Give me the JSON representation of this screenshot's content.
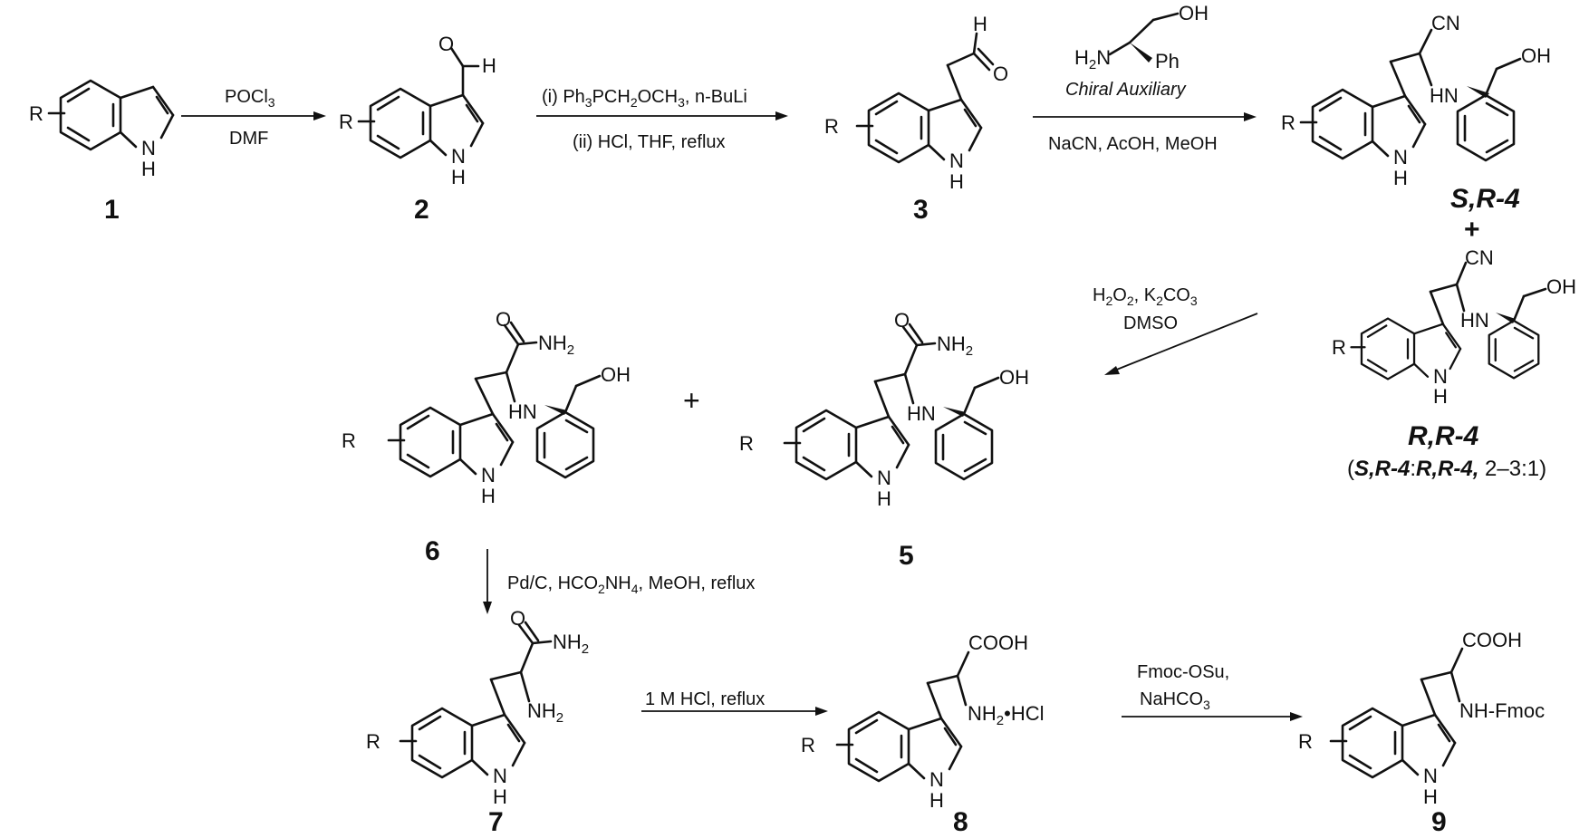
{
  "substituent": "R",
  "atoms": {
    "nh": "N",
    "h": "H",
    "o": "O",
    "oh": "OH",
    "cn": "CN",
    "hn": "HN",
    "nh2": "NH",
    "nh2_sub": "2",
    "h2n": "H",
    "h2n_sub": "2",
    "h2n_n": "N",
    "ph": "Ph",
    "cooh": "COOH",
    "nh2_hcl_tail": "•HCl",
    "nh_fmoc": "NH-Fmoc"
  },
  "compounds": {
    "c1": "1",
    "c2": "2",
    "c3": "3",
    "c4_sr": "S,R-4",
    "plus_4": "+",
    "c4_rr": "R,R-4",
    "ratio_open": "(",
    "ratio_a": "S,R-4",
    "ratio_colon": ":",
    "ratio_b": "R,R-4,",
    "ratio_rest": " 2–3:1)",
    "c5": "5",
    "plus_56": "+",
    "c6": "6",
    "c7": "7",
    "c8": "8",
    "c9": "9"
  },
  "conditions": {
    "step1_top": "POCl",
    "step1_top_sub": "3",
    "step1_bottom": "DMF",
    "step2_top_a": "(i) Ph",
    "step2_top_a_sub": "3",
    "step2_top_b": "PCH",
    "step2_top_b_sub": "2",
    "step2_top_c": "OCH",
    "step2_top_c_sub": "3",
    "step2_top_d": ", n-BuLi",
    "step2_bottom": "(ii) HCl, THF, reflux",
    "step3_auxiliary": "Chiral Auxiliary",
    "step3_bottom": "NaCN, AcOH, MeOH",
    "step4_top_a": "H",
    "step4_top_a_sub": "2",
    "step4_top_b": "O",
    "step4_top_b_sub": "2",
    "step4_top_c": ", K",
    "step4_top_c_sub": "2",
    "step4_top_d": "CO",
    "step4_top_d_sub": "3",
    "step4_bottom": "DMSO",
    "step5_a": "Pd/C, HCO",
    "step5_a_sub": "2",
    "step5_b": "NH",
    "step5_b_sub": "4",
    "step5_c": ", MeOH, reflux",
    "step6": "1 M HCl, reflux",
    "step7_top": "Fmoc-OSu,",
    "step7_bottom_a": "NaHCO",
    "step7_bottom_sub": "3"
  }
}
